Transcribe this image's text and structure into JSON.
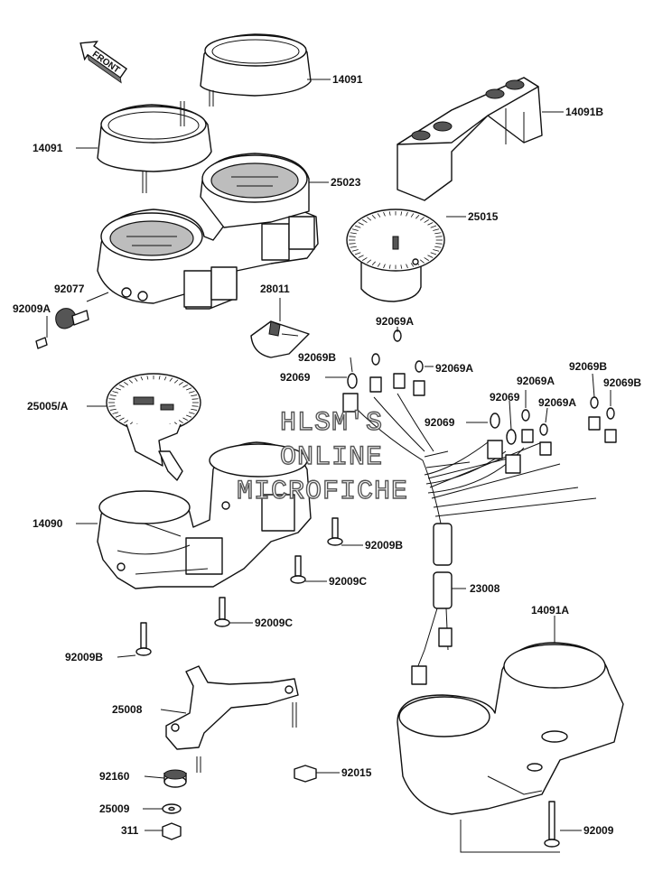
{
  "front_indicator": "FRONT",
  "watermark": [
    "HLSM'S",
    "ONLINE",
    "MICROFICHE"
  ],
  "part_labels": [
    {
      "id": "p-14091-top",
      "text": "14091"
    },
    {
      "id": "p-14091-left",
      "text": "14091"
    },
    {
      "id": "p-14091b",
      "text": "14091B"
    },
    {
      "id": "p-25023",
      "text": "25023"
    },
    {
      "id": "p-25015",
      "text": "25015"
    },
    {
      "id": "p-92077",
      "text": "92077"
    },
    {
      "id": "p-28011",
      "text": "28011"
    },
    {
      "id": "p-92009a",
      "text": "92009A"
    },
    {
      "id": "p-92069a-1",
      "text": "92069A"
    },
    {
      "id": "p-92069b-1",
      "text": "92069B"
    },
    {
      "id": "p-92069a-2",
      "text": "92069A"
    },
    {
      "id": "p-92069-1",
      "text": "92069"
    },
    {
      "id": "p-92069b-2",
      "text": "92069B"
    },
    {
      "id": "p-92069a-3",
      "text": "92069A"
    },
    {
      "id": "p-92069b-3",
      "text": "92069B"
    },
    {
      "id": "p-92069-2",
      "text": "92069"
    },
    {
      "id": "p-92069a-4",
      "text": "92069A"
    },
    {
      "id": "p-92069-3",
      "text": "92069"
    },
    {
      "id": "p-25005a",
      "text": "25005/A"
    },
    {
      "id": "p-14090",
      "text": "14090"
    },
    {
      "id": "p-92009b-1",
      "text": "92009B"
    },
    {
      "id": "p-92009c-1",
      "text": "92009C"
    },
    {
      "id": "p-23008",
      "text": "23008"
    },
    {
      "id": "p-92009c-2",
      "text": "92009C"
    },
    {
      "id": "p-92009b-2",
      "text": "92009B"
    },
    {
      "id": "p-14091a",
      "text": "14091A"
    },
    {
      "id": "p-25008",
      "text": "25008"
    },
    {
      "id": "p-92160",
      "text": "92160"
    },
    {
      "id": "p-92015",
      "text": "92015"
    },
    {
      "id": "p-25009",
      "text": "25009"
    },
    {
      "id": "p-311",
      "text": "311"
    },
    {
      "id": "p-92009",
      "text": "92009"
    }
  ]
}
